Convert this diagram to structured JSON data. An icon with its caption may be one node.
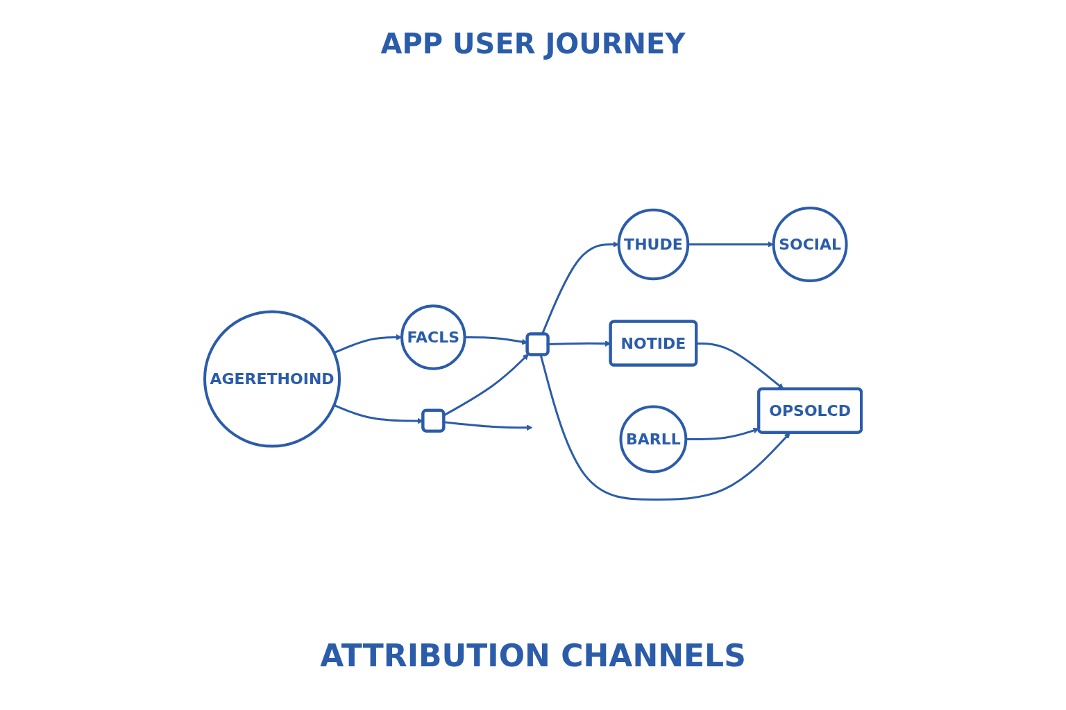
{
  "diagram": {
    "title": "APP USER JOURNEY",
    "caption": "ATTRIBUTION CHANNELS",
    "nodes": [
      {
        "text": [
          "AGERETHOIND"
        ]
      },
      {
        "text": [],
        "shape": "box"
      },
      {
        "text": [
          "THUDE"
        ]
      },
      {
        "text": [
          "FACLS"
        ]
      },
      {
        "text": [],
        "shape": "box"
      },
      {
        "text": [
          "NOTIDE"
        ]
      },
      {
        "text": [
          "BARLL"
        ]
      },
      {
        "text": [
          "OPSOLCD"
        ]
      },
      {
        "text": [
          "SOCIAL"
        ]
      }
    ],
    "edges": [
      {
        "from": 0,
        "to": 1,
        "arrow": "to"
      },
      {
        "from": 0,
        "to": 3,
        "arrow": "to"
      },
      {
        "from": 1,
        "to": 4,
        "arrow": "to"
      },
      {
        "from": 1,
        "to": null,
        "arrow": "to"
      },
      {
        "from": 4,
        "to": 2,
        "arrow": "to"
      },
      {
        "from": 3,
        "to": 4,
        "arrow": "to"
      },
      {
        "from": 4,
        "to": 5,
        "arrow": "to"
      },
      {
        "from": 4,
        "to": 7,
        "arrow": "to"
      },
      {
        "from": 6,
        "to": 7,
        "arrow": "to"
      },
      {
        "from": 5,
        "to": 7,
        "arrow": "to"
      },
      {
        "from": 2,
        "to": 8,
        "arrow": "to"
      }
    ]
  }
}
